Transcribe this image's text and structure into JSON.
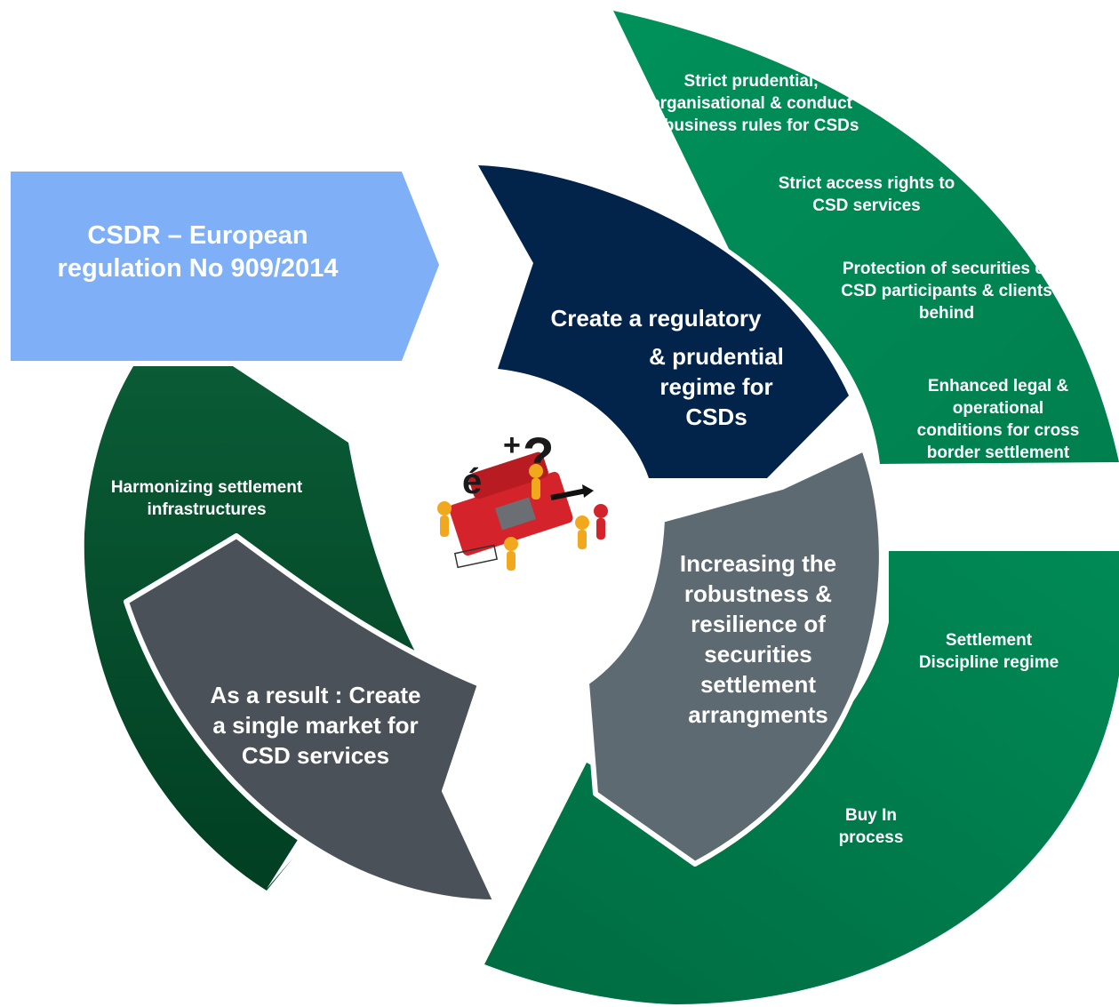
{
  "banner": {
    "title": "CSDR – European\nregulation No 909/2014"
  },
  "segments": {
    "regulatory": {
      "title_line1": "Create a regulatory",
      "title_rest": "& prudential\nregime for\nCSDs"
    },
    "robustness": {
      "title": "Increasing the\nrobustness &\nresilience of\nsecurities\nsettlement\narrangments"
    },
    "single_market": {
      "title": "As a result : Create\na single market for\nCSD services"
    }
  },
  "outer_ring": {
    "top_right_items": [
      "Strict prudential,\norganisational & conduct\nof business rules for CSDs",
      "Strict access rights to\nCSD services",
      "Protection of securities of\nCSD participants & clients\nbehind",
      "Enhanced legal  &\noperational\nconditions for cross\nborder settlement"
    ],
    "bottom_right_items": [
      "Settlement\nDiscipline regime",
      "Buy In\nprocess"
    ],
    "left_items": [
      "Harmonizing settlement\ninfrastructures"
    ]
  },
  "center_icon": "toolbox-with-figures-icon",
  "colors": {
    "banner": "#7fb0f7",
    "navy": "#03244a",
    "slate": "#5d6a72",
    "dark_slate": "#4b5158",
    "green": "#008a55",
    "dark_green": "#014d2b"
  }
}
